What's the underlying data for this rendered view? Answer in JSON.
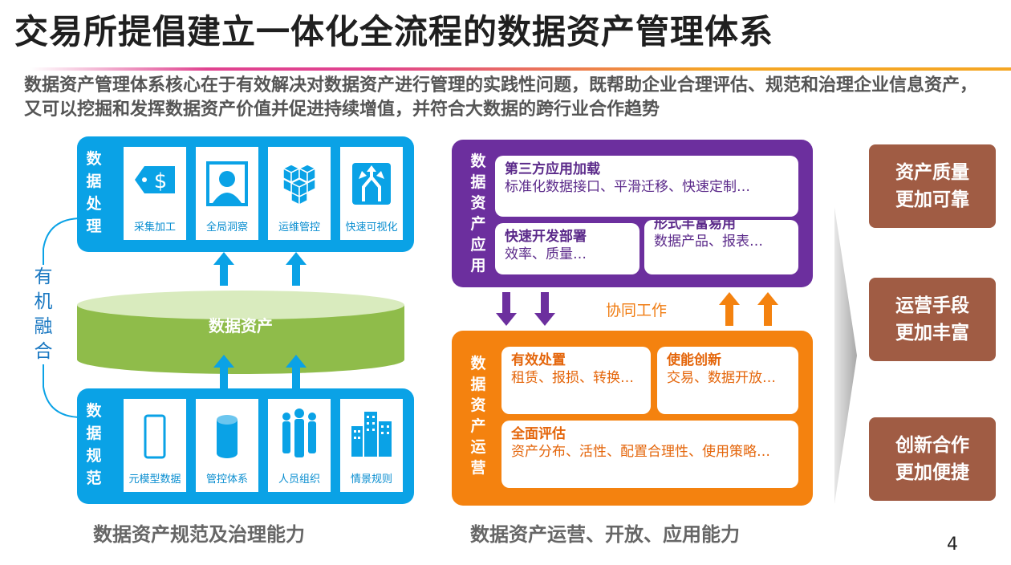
{
  "title": "交易所提倡建立一体化全流程的数据资产管理体系",
  "subtitle": "数据资产管理体系核心在于有效解决对数据资产进行管理的实践性问题，既帮助企业合理评估、规范和治理企业信息资产，又可以挖掘和发挥数据资产价值并促进持续增值，并符合大数据的跨行业合作趋势",
  "left": {
    "top_panel_label": "数据处理",
    "top_tiles": [
      {
        "label": "采集加工",
        "icon": "price-tag-icon"
      },
      {
        "label": "全局洞察",
        "icon": "portrait-icon"
      },
      {
        "label": "运维管控",
        "icon": "cubes-icon"
      },
      {
        "label": "快速可视化",
        "icon": "merge-arrows-icon"
      }
    ],
    "cylinder_label": "数据资产",
    "organic_label": "有机融合",
    "bottom_panel_label": "数据规范",
    "bottom_tiles": [
      {
        "label": "元模型数据",
        "icon": "phone-outline-icon"
      },
      {
        "label": "管控体系",
        "icon": "cylinder-icon"
      },
      {
        "label": "人员组织",
        "icon": "people-icon"
      },
      {
        "label": "情景规则",
        "icon": "buildings-icon"
      }
    ],
    "caption": "数据资产规范及治理能力"
  },
  "middle": {
    "app_label": "数据资产应用",
    "app_cards": [
      {
        "title": "第三方应用加载",
        "desc": "标准化数据接口、平滑迁移、快速定制…"
      },
      {
        "title": "快速开发部署",
        "desc": "效率、质量…"
      },
      {
        "title": "形式丰富易用",
        "desc": "数据产品、报表…"
      }
    ],
    "coop_label": "协同工作",
    "ops_label": "数据资产运营",
    "ops_cards": [
      {
        "title": "有效处置",
        "desc": "租赁、报损、转换…"
      },
      {
        "title": "使能创新",
        "desc": "交易、数据开放…"
      },
      {
        "title": "全面评估",
        "desc": "资产分布、活性、配置合理性、使用策略…"
      }
    ],
    "caption": "数据资产运营、开放、应用能力"
  },
  "right": {
    "boxes": [
      {
        "line1": "资产质量",
        "line2": "更加可靠"
      },
      {
        "line1": "运营手段",
        "line2": "更加丰富"
      },
      {
        "line1": "创新合作",
        "line2": "更加便捷"
      }
    ]
  },
  "page_number": "4",
  "colors": {
    "blue": "#0aa2e6",
    "green": "#8fbc4a",
    "purple": "#6c2f9e",
    "orange": "#f4820f",
    "brown": "#a05c44"
  }
}
